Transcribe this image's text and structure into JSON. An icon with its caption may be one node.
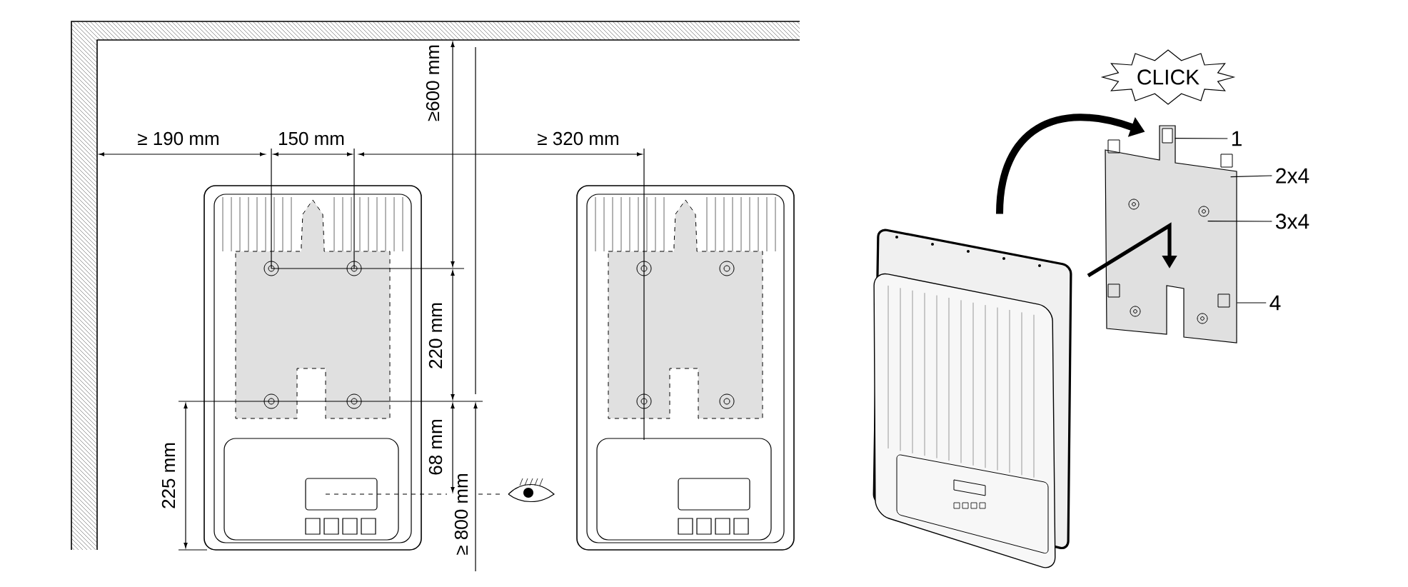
{
  "diagram": {
    "nodes": [
      {
        "text": [
          "CLICK"
        ]
      },
      {
        "text": [],
        "shape": "picture"
      },
      {
        "text": [],
        "shape": "picture"
      },
      {
        "text": [
          "1"
        ]
      },
      {
        "text": [
          "2x4"
        ]
      },
      {
        "text": [
          "3x4"
        ]
      },
      {
        "text": [
          "4"
        ]
      }
    ],
    "edges": [
      {
        "from": 1,
        "to": 2,
        "arrow": "to",
        "style": "thick"
      },
      {
        "from": 3,
        "to": 2,
        "arrow": "none"
      },
      {
        "from": 4,
        "to": 2,
        "arrow": "none"
      },
      {
        "from": 5,
        "to": 2,
        "arrow": "none"
      },
      {
        "from": 6,
        "to": 2,
        "arrow": "none"
      }
    ],
    "labels": [
      "≥600 mm",
      "≥ 190 mm",
      "150 mm",
      "≥ 320 mm",
      "220 mm",
      "225 mm",
      "68 mm",
      "≥ 800 mm"
    ]
  }
}
